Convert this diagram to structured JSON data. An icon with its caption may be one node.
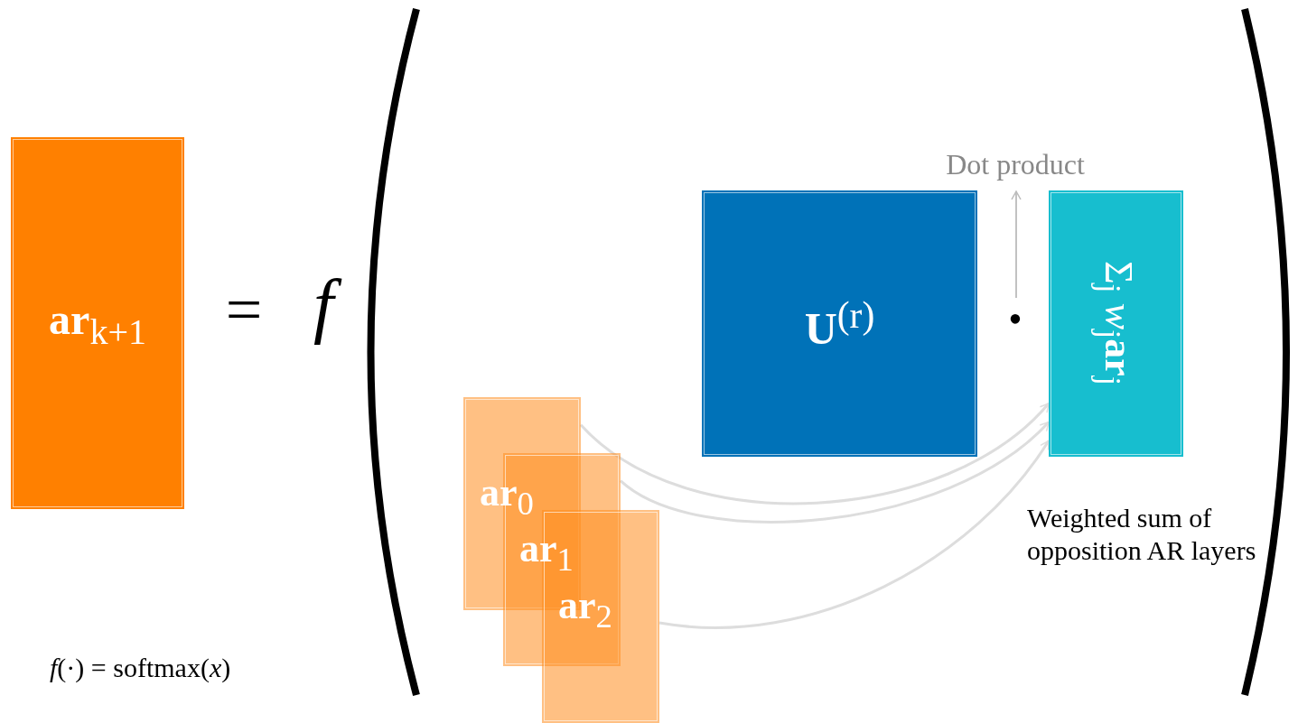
{
  "diagram": {
    "nodes": [
      {
        "text": [
          "**ar**$_{k+1}$"
        ]
      },
      {
        "text": [
          "**U**$^{(r)}$"
        ]
      },
      {
        "text": [
          "Σ$_{j}$ *w*$_{j}$**ar**$_{j}$"
        ]
      },
      {
        "text": [
          "**ar**$_{0}$"
        ]
      },
      {
        "text": [
          "**ar**$_{1}$"
        ]
      },
      {
        "text": [
          "**ar**$_{2}$"
        ]
      },
      {
        "text": [
          "Dot product"
        ]
      }
    ],
    "edges": [
      {
        "from": 3,
        "to": 2,
        "arrow": "to"
      },
      {
        "from": 4,
        "to": 2,
        "arrow": "to"
      },
      {
        "from": 5,
        "to": 2,
        "arrow": "to"
      },
      {
        "from": null,
        "to": 6,
        "arrow": "to",
        "color": "#bbbbbb"
      }
    ],
    "labels": [
      "=",
      "f",
      "•",
      "Weighted sum of opposition AR layers",
      "*f*(·) = softmax(*x*)"
    ]
  }
}
